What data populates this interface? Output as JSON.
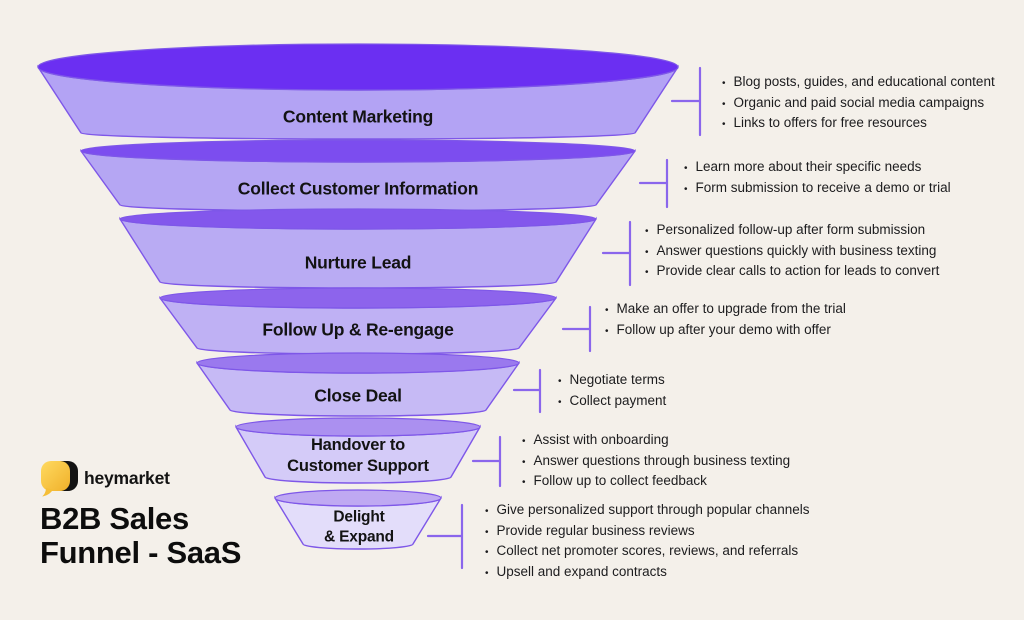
{
  "title": "B2B Sales\nFunnel - SaaS",
  "logo": {
    "brand": "heymarket"
  },
  "glyphs": {
    "bullet": "•"
  },
  "colors": {
    "background": "#F4F0EA",
    "outline": "#7E57E8",
    "connector": "#8A66EC",
    "note_text": "#1C1C1E",
    "label_text": "#131313",
    "logo_yellow": "#F5BE37",
    "logo_black": "#131313"
  },
  "stages": [
    {
      "label": "Content Marketing",
      "top_color": "#6B2FF2",
      "face_color": "#B3A3F4",
      "bullets": [
        "Blog posts, guides, and educational content",
        "Organic and paid social media campaigns",
        "Links to offers for free resources"
      ]
    },
    {
      "label": "Collect Customer Information",
      "top_color": "#7C4DEF",
      "face_color": "#B5A6F3",
      "bullets": [
        "Learn more about their specific needs",
        "Form submission to receive a demo or trial"
      ]
    },
    {
      "label": "Nurture Lead",
      "top_color": "#8357EC",
      "face_color": "#B9ABF3",
      "bullets": [
        "Personalized follow-up after form submission",
        "Answer questions quickly with business texting",
        "Provide clear calls to action for leads to convert"
      ]
    },
    {
      "label": "Follow Up & Re-engage",
      "top_color": "#8D64EC",
      "face_color": "#BFB1F4",
      "bullets": [
        "Make an offer to upgrade from the trial",
        "Follow up after your demo with offer"
      ]
    },
    {
      "label": "Close Deal",
      "top_color": "#9A79EE",
      "face_color": "#C6BAF5",
      "bullets": [
        "Negotiate terms",
        "Collect payment"
      ]
    },
    {
      "label": "Handover to\nCustomer Support",
      "top_color": "#AB90F0",
      "face_color": "#D4CBF8",
      "bullets": [
        "Assist with onboarding",
        "Answer questions through business texting",
        "Follow up to collect feedback"
      ]
    },
    {
      "label": "Delight\n& Expand",
      "top_color": "#BFA9F2",
      "face_color": "#E3DDFA",
      "bullets": [
        "Give personalized support through popular channels",
        "Provide regular business reviews",
        "Collect net promoter scores, reviews, and referrals",
        "Upsell and expand contracts"
      ]
    }
  ]
}
